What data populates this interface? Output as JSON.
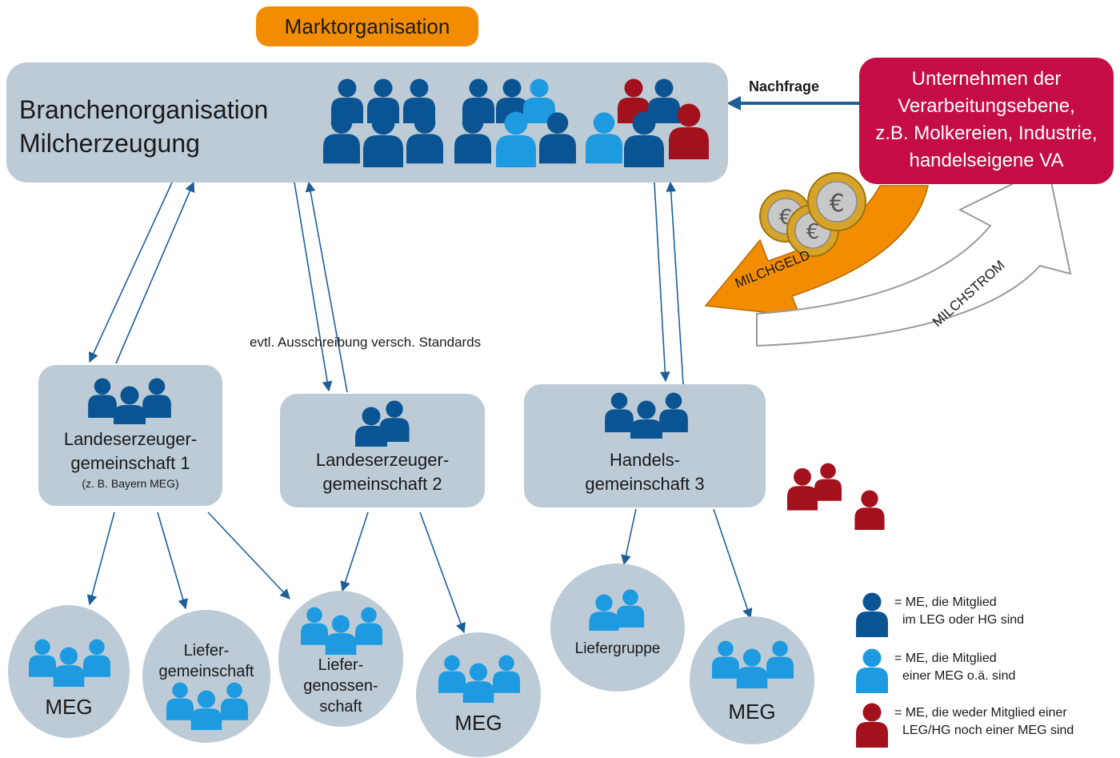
{
  "header": {
    "label": "Marktorganisation"
  },
  "branch": {
    "line1": "Branchenorganisation",
    "line2": "Milcherzeugung"
  },
  "processors": {
    "lines": [
      "Unternehmen der",
      "Verarbeitungsebene,",
      "z.B. Molkereien, Industrie,",
      "handelseigene VA"
    ]
  },
  "nachfrage": "Nachfrage",
  "milchgeld": "MILCHGELD",
  "milchstrom": "MILCHSTROM",
  "tender_note": "evtl. Ausschreibung versch. Standards",
  "leg1": {
    "line1": "Landeserzeuger-",
    "line2": "gemeinschaft 1",
    "sub": "(z. B. Bayern MEG)"
  },
  "leg2": {
    "line1": "Landeserzeuger-",
    "line2": "gemeinschaft 2"
  },
  "hg3": {
    "line1": "Handels-",
    "line2": "gemeinschaft 3"
  },
  "bottom": {
    "meg1": "MEG",
    "liefergemeinschaft": {
      "line1": "Liefer-",
      "line2": "gemeinschaft"
    },
    "liefergenossenschaft": {
      "line1": "Liefer-",
      "line2": "genossen-",
      "line3": "schaft"
    },
    "meg2": "MEG",
    "liefergruppe": "Liefergruppe",
    "meg3": "MEG"
  },
  "legend": [
    {
      "line1": "= ME, die Mitglied",
      "line2": "im LEG oder HG sind",
      "color": "#0b5493"
    },
    {
      "line1": "= ME, die Mitglied",
      "line2": "einer MEG o.ä. sind",
      "color": "#1e9be0"
    },
    {
      "line1": "= ME, die weder Mitglied einer",
      "line2": "LEG/HG noch einer MEG sind",
      "color": "#a3111d"
    }
  ],
  "colors": {
    "dark_blue": "#0b5493",
    "light_blue": "#1e9be0",
    "red": "#a3111d",
    "box": "#bccbd6",
    "orange": "#f28c00",
    "crimson": "#c40d45",
    "arrow_blue": "#1f5f99"
  }
}
